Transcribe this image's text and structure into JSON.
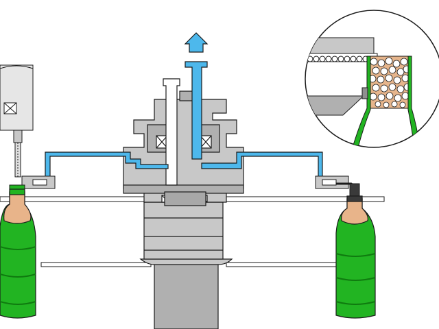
{
  "diagram": {
    "type": "technical cross-section",
    "colors": {
      "background": "#ffffff",
      "steel_light": "#c8c8c8",
      "steel_mid": "#b0b0b0",
      "steel_dark": "#8f8f8f",
      "outline": "#1a1a1a",
      "air_channel": "#4db8ec",
      "bottle_green": "#22b422",
      "bottle_green_dark": "#0f7a0f",
      "cork": "#e8b48a",
      "filter_material": "#e6b58c",
      "arrow": "#4db8ec"
    },
    "components": [
      "central-rotary-distributor",
      "column-base",
      "air-exhaust-channel",
      "left-filler-valve",
      "right-filler-valve",
      "left-bottle",
      "right-bottle",
      "filter-detail-inset"
    ]
  }
}
